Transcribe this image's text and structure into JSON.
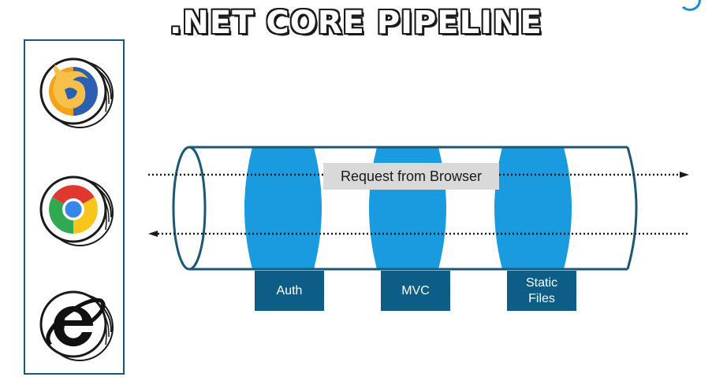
{
  "title": ".NET CORE PIPELINE",
  "browsers": [
    {
      "name": "Firefox",
      "icon": "firefox-icon"
    },
    {
      "name": "Chrome",
      "icon": "chrome-icon"
    },
    {
      "name": "Internet Explorer",
      "icon": "internet-explorer-icon"
    }
  ],
  "pipeline": {
    "request_label": "Request from Browser",
    "middleware": [
      {
        "label": "Auth"
      },
      {
        "label": "MVC"
      },
      {
        "label": "Static Files"
      }
    ]
  },
  "colors": {
    "panel_border": "#1c5775",
    "band": "#1a9be0",
    "label_bg": "#0e5d86",
    "tube_outline": "#1c5775",
    "bubble_bg": "#d9d9d9"
  }
}
